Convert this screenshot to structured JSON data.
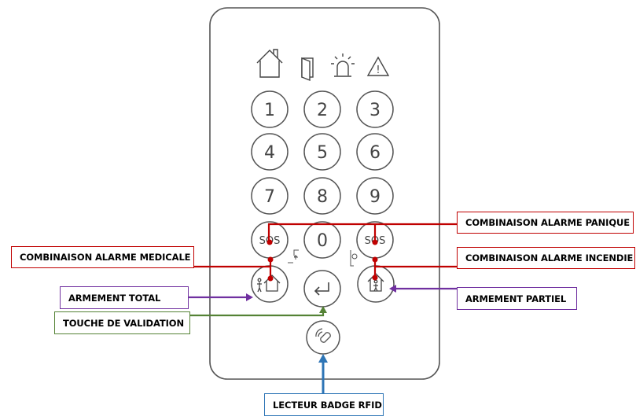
{
  "keypad": {
    "status_icons": [
      "home-icon",
      "door-icon",
      "siren-icon",
      "warning-icon"
    ],
    "rows": [
      [
        "1",
        "2",
        "3"
      ],
      [
        "4",
        "5",
        "6"
      ],
      [
        "7",
        "8",
        "9"
      ],
      [
        "SOS",
        "0",
        "SOS"
      ]
    ],
    "bottom_keys": [
      "full-arm-icon",
      "enter-icon",
      "partial-arm-icon"
    ],
    "rfid_key": "rfid-badge-icon"
  },
  "labels": {
    "panic": "COMBINAISON ALARME PANIQUE",
    "medical": "COMBINAISON ALARME MEDICALE",
    "fire": "COMBINAISON ALARME INCENDIE",
    "full_arm": "ARMEMENT TOTAL",
    "partial_arm": "ARMEMENT PARTIEL",
    "validation": "TOUCHE DE VALIDATION",
    "rfid": "LECTEUR BADGE RFID"
  },
  "colors": {
    "red": "#c00000",
    "purple": "#7030a0",
    "green": "#548235",
    "blue": "#2e75b6",
    "outline": "#555555"
  }
}
